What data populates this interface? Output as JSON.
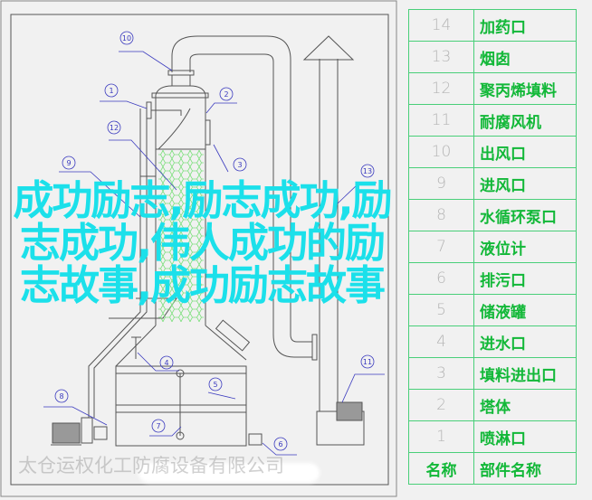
{
  "diagram": {
    "callouts": [
      "1",
      "2",
      "3",
      "4",
      "5",
      "6",
      "7",
      "8",
      "9",
      "10",
      "11",
      "12",
      "13"
    ],
    "watermark": "太仓运权化工防腐设备有限公司"
  },
  "parts_table": {
    "rows": [
      {
        "num": "14",
        "name": "加药口"
      },
      {
        "num": "13",
        "name": "烟囱"
      },
      {
        "num": "12",
        "name": "聚丙烯填料"
      },
      {
        "num": "11",
        "name": "耐腐风机"
      },
      {
        "num": "10",
        "name": "出风口"
      },
      {
        "num": "9",
        "name": "进风口"
      },
      {
        "num": "8",
        "name": "水循环泵口"
      },
      {
        "num": "7",
        "name": "液位计"
      },
      {
        "num": "6",
        "name": "排污口"
      },
      {
        "num": "5",
        "name": "储液罐"
      },
      {
        "num": "4",
        "name": "进水口"
      },
      {
        "num": "3",
        "name": "填料进出口"
      },
      {
        "num": "2",
        "name": "塔体"
      },
      {
        "num": "1",
        "name": "喷淋口"
      }
    ],
    "header": {
      "num": "名称",
      "name": "部件名称"
    }
  },
  "overlay_title": "成功励志,励志成功,励志成功,伟人成功的励志故事,成功励志故事",
  "colors": {
    "overlay": "#1be0ea",
    "table_line": "#49cf79",
    "table_text": "#12b838",
    "callout": "#3b3bbf"
  }
}
